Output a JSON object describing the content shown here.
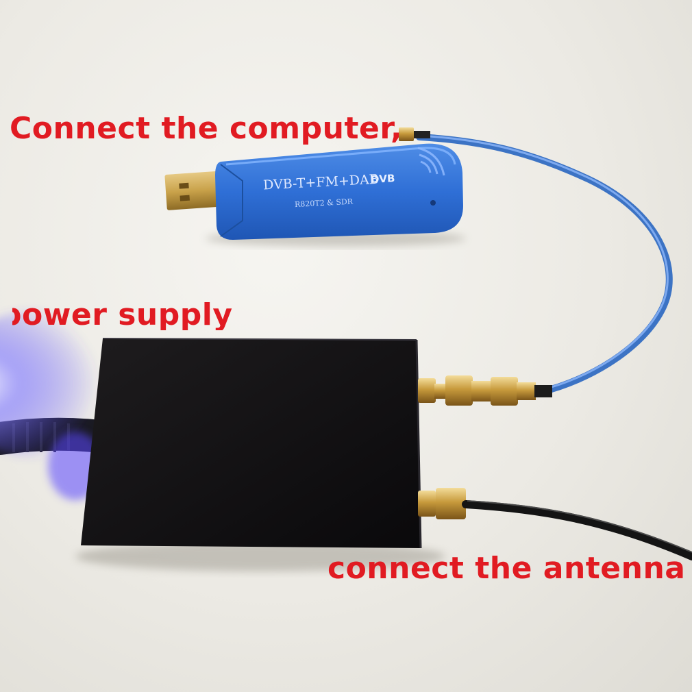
{
  "scene": {
    "description_labels": {
      "connect_computer": "Connect the computer,",
      "power_supply": "power supply",
      "connect_antenna": "connect the antenna"
    },
    "dongle": {
      "line1": "DVB-T+FM+DAB",
      "logo": "DVB",
      "line2": "R820T2 & SDR"
    },
    "colors": {
      "label_red": "#e11b22",
      "dongle_blue": "#2f6fd6",
      "cable_blue": "#4a86d8",
      "box_black": "#111111",
      "brass": "#c9a24a"
    }
  }
}
